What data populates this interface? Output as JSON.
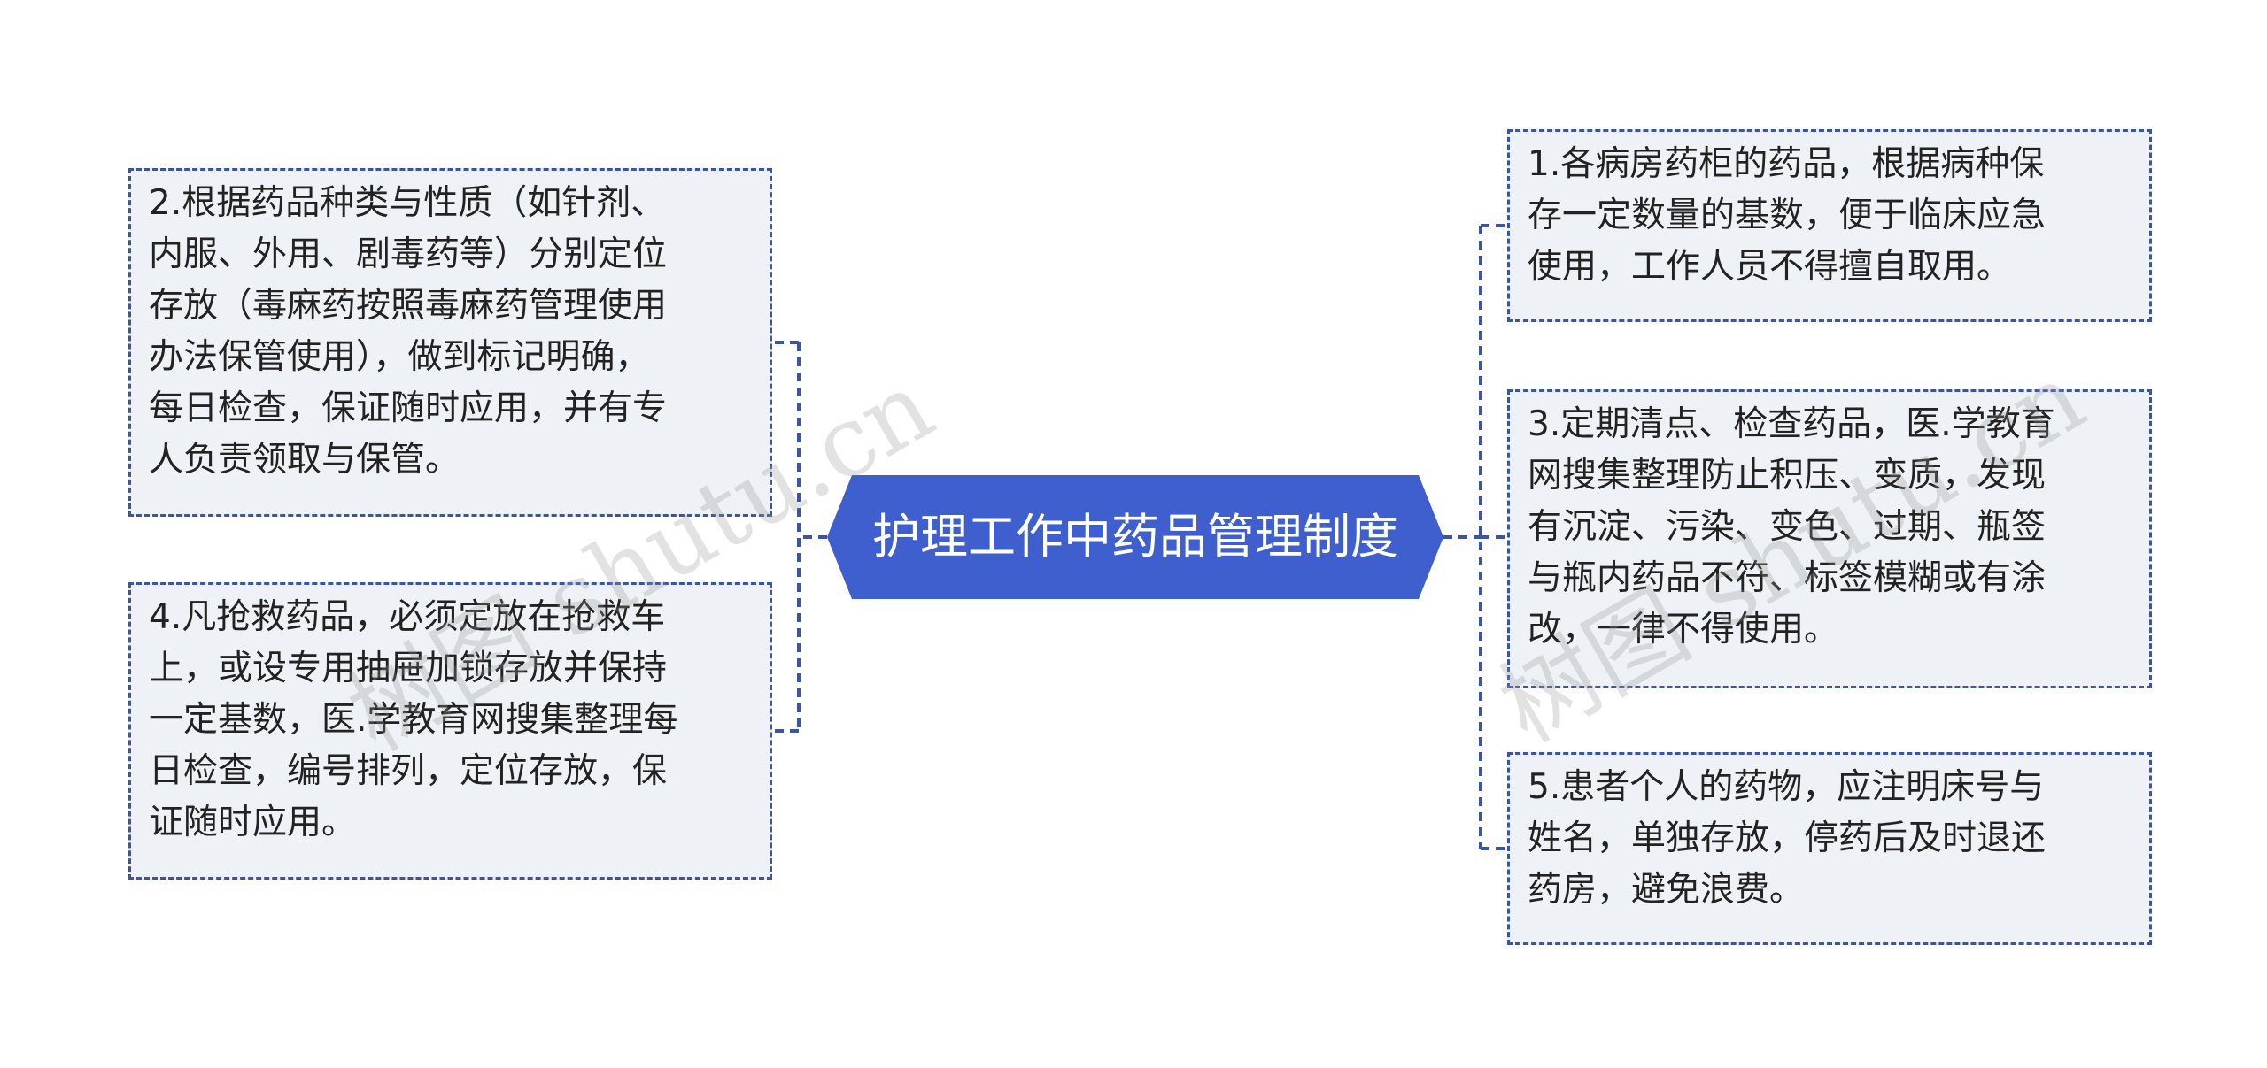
{
  "central": {
    "title": "护理工作中药品管理制度"
  },
  "left_nodes": [
    {
      "id": "2",
      "lines": [
        "2.根据药品种类与性质（如针剂、",
        "内服、外用、剧毒药等）分别定位",
        "存放（毒麻药按照毒麻药管理使用",
        "办法保管使用），做到标记明确，",
        "每日检查，保证随时应用，并有专",
        "人负责领取与保管。"
      ]
    },
    {
      "id": "4",
      "lines": [
        "4.凡抢救药品，必须定放在抢救车",
        "上，或设专用抽屉加锁存放并保持",
        "一定基数，医.学教育网搜集整理每",
        "日检查，编号排列，定位存放，保",
        "证随时应用。"
      ]
    }
  ],
  "right_nodes": [
    {
      "id": "1",
      "lines": [
        "1.各病房药柜的药品，根据病种保",
        "存一定数量的基数，便于临床应急",
        "使用，工作人员不得擅自取用。"
      ]
    },
    {
      "id": "3",
      "lines": [
        "3.定期清点、检查药品，医.学教育",
        "网搜集整理防止积压、变质，发现",
        "有沉淀、污染、变色、过期、瓶签",
        "与瓶内药品不符、标签模糊或有涂",
        "改，一律不得使用。"
      ]
    },
    {
      "id": "5",
      "lines": [
        "5.患者个人的药物，应注明床号与",
        "姓名，单独存放，停药后及时退还",
        "药房，避免浪费。"
      ]
    }
  ],
  "watermarks": {
    "left": "树图 shutu.cn",
    "right": "树图 shutu.cn"
  },
  "colors": {
    "central_fill": "#3f5fcf",
    "central_text": "#ffffff",
    "node_fill": "#eef1f5",
    "node_border": "#3a55a6",
    "connector": "#3a55a6"
  }
}
